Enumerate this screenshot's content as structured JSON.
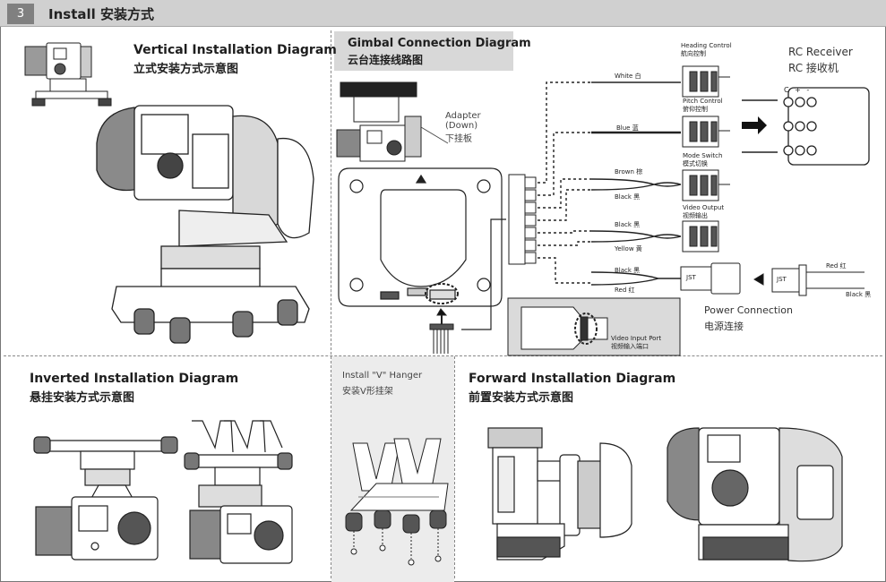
{
  "header": {
    "step_number": "3",
    "title": "Install   安装方式"
  },
  "vertical": {
    "title_en": "Vertical Installation Diagram",
    "title_cn": "立式安装方式示意图"
  },
  "gimbal": {
    "title_en": "Gimbal Connection Diagram",
    "title_cn": "云台连接线路图",
    "adapter_en": "Adapter",
    "adapter_down": "(Down)",
    "adapter_cn": "下挂板",
    "wires": {
      "white": "White 白",
      "blue": "Blue 蓝",
      "brown": "Brown 棕",
      "black1": "Black 黑",
      "black2": "Black 黑",
      "yellow": "Yellow 黄",
      "black3": "Black 黑",
      "red": "Red 红"
    },
    "heading_en": "Heading Control",
    "heading_cn": "航向控制",
    "pitch_en": "Pitch Control",
    "pitch_cn": "俯仰控制",
    "mode_en": "Mode Switch",
    "mode_cn": "模式切换",
    "video_en": "Video Output",
    "video_cn": "视频输出",
    "rc_en": "RC Receiver",
    "rc_cn": "RC 接收机",
    "power_en": "Power Connection",
    "power_cn": "电源连接",
    "power_red": "Red 红",
    "power_black": "Black 黑",
    "video_input_en": "Video Input Port",
    "video_input_cn": "视频输入端口",
    "jst": "JST",
    "rc_pins": "C + -"
  },
  "inverted": {
    "title_en": "Inverted Installation Diagram",
    "title_cn": "悬挂安装方式示意图"
  },
  "hanger": {
    "title_en": "Install \"V\" Hanger",
    "title_cn": "安装V形挂架"
  },
  "forward": {
    "title_en": "Forward Installation Diagram",
    "title_cn": "前置安装方式示意图"
  }
}
